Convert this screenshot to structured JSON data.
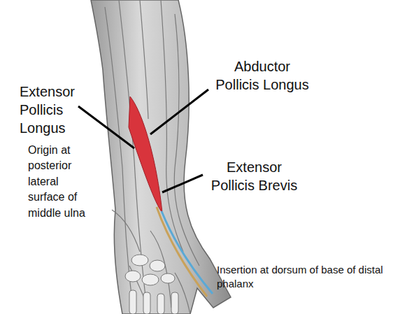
{
  "diagram": {
    "labels": [
      "Extensor Pollicis Longus",
      "Origin at posterior lateral surface of middle ulna",
      "Abductor Pollicis Longus",
      "Extensor Pollicis Brevis",
      "Insertion at dorsum of base of distal phalanx"
    ]
  }
}
